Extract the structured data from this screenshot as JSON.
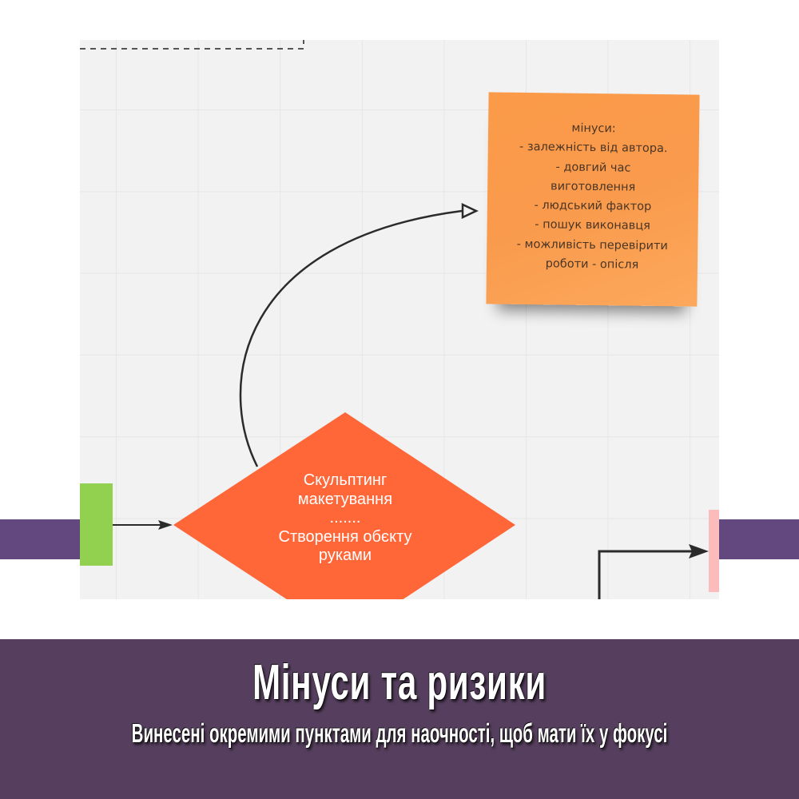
{
  "colors": {
    "canvas": "#f2f2f2",
    "diamond": "#ff6638",
    "sticky": "#fb9d4e",
    "purple_bar": "#634880",
    "banner": "#563f5e",
    "green_node": "#92d050",
    "pink_node": "#fcbcbc",
    "connector": "#2b2b2b"
  },
  "sticky_note": {
    "lines": [
      "мінуси:",
      "- залежність від автора.",
      "- довгий час",
      "виготовлення",
      "- людський фактор",
      "- пошук виконавця",
      "- можливість перевірити",
      "роботи - опісля"
    ]
  },
  "decision_node": {
    "lines": [
      "Скульптинг",
      "макетування",
      ".......",
      "Створення обєкту",
      "руками"
    ]
  },
  "banner": {
    "title": "Мінуси та ризики",
    "subtitle": "Винесені окремими пунктами для наочності, щоб мати їх у фокусі"
  }
}
